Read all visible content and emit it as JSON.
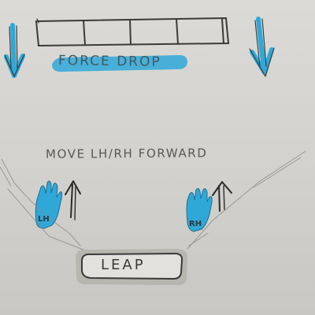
{
  "labels": {
    "force_drop": "FORCE DROP",
    "instruction": "MOVE LH/RH FORWARD",
    "left_hand": "LH",
    "right_hand": "RH",
    "device": "LEAP"
  },
  "colors": {
    "paper": "#d6d4d0",
    "pen": "#3c3c3c",
    "pencil": "#8a8a8a",
    "highlighter": "#2fa8d8",
    "device_fill": "#b5b4ae"
  },
  "icons": {
    "down_arrow": "down-arrow-icon",
    "up_arrow": "up-arrow-icon",
    "hand": "hand-icon"
  }
}
